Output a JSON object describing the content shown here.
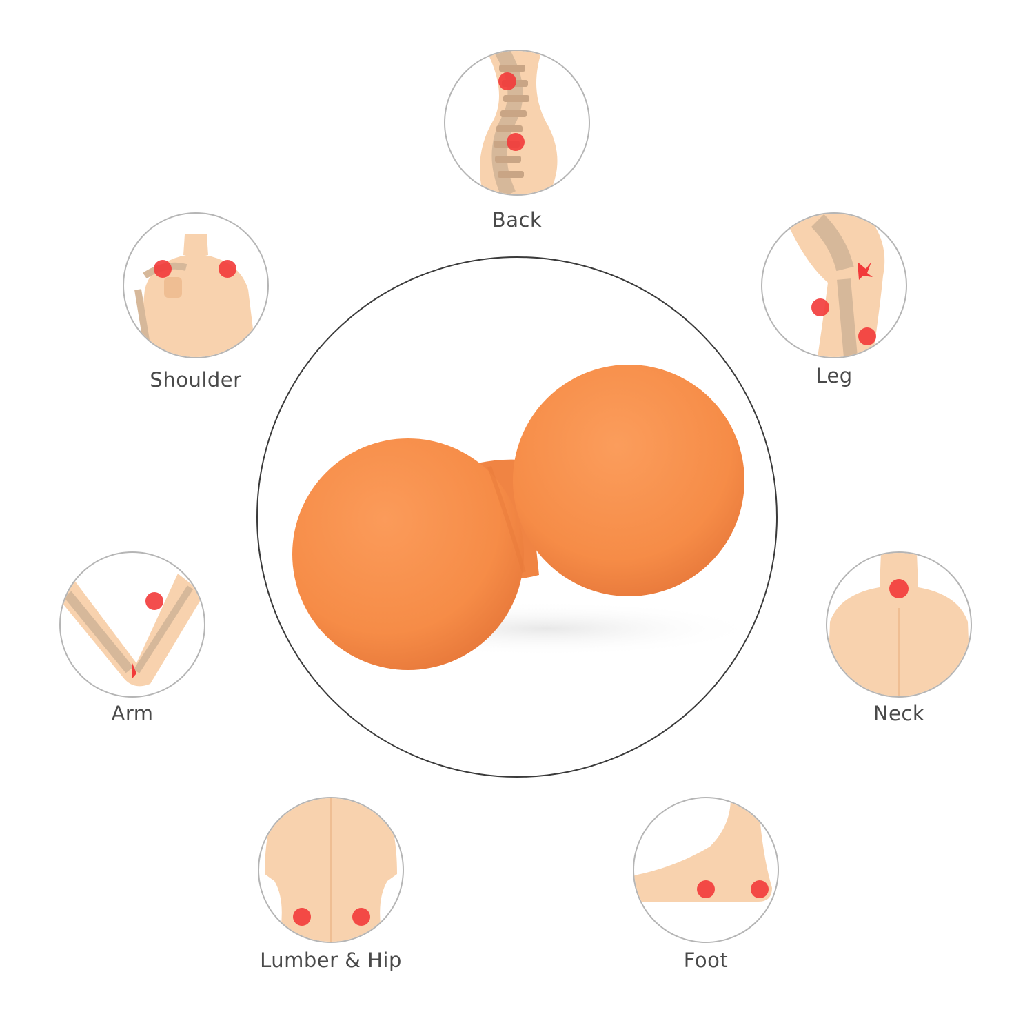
{
  "colors": {
    "ball": "#f68c47",
    "ball_shadow": "#e2743a",
    "skin": "#f8d2ae",
    "skin_shade": "#efbe93",
    "bone": "#d6b89a",
    "pain_point": "#f23a3a",
    "ring": "#b5b5b5",
    "label_text": "#4a4a4a"
  },
  "areas": {
    "back": {
      "label": "Back",
      "icon": "spine-icon"
    },
    "shoulder": {
      "label": "Shoulder",
      "icon": "shoulder-icon"
    },
    "leg": {
      "label": "Leg",
      "icon": "knee-icon"
    },
    "arm": {
      "label": "Arm",
      "icon": "elbow-icon"
    },
    "neck": {
      "label": "Neck",
      "icon": "neck-icon"
    },
    "lumber_hip": {
      "label": "Lumber & Hip",
      "icon": "lower-back-icon"
    },
    "foot": {
      "label": "Foot",
      "icon": "foot-icon"
    }
  }
}
